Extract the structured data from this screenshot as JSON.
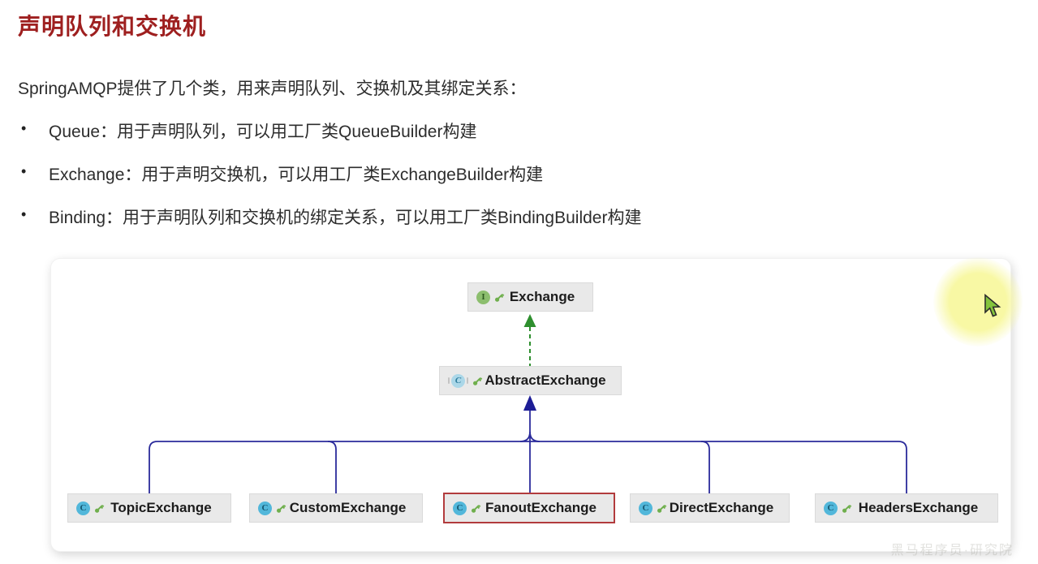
{
  "page": {
    "title": "声明队列和交换机",
    "intro": "SpringAMQP提供了几个类，用来声明队列、交换机及其绑定关系：",
    "bullet_glyph": "•",
    "bullets": [
      "Queue：用于声明队列，可以用工厂类QueueBuilder构建",
      "Exchange：用于声明交换机，可以用工厂类ExchangeBuilder构建",
      "Binding：用于声明队列和交换机的绑定关系，可以用工厂类BindingBuilder构建"
    ],
    "watermark": "黑马程序员·研究院"
  },
  "diagram": {
    "nodes": [
      {
        "label": "Exchange",
        "kind": "interface",
        "icon_letter": "I",
        "selected": false
      },
      {
        "label": "AbstractExchange",
        "kind": "abstract-class",
        "icon_letter": "C",
        "selected": false
      },
      {
        "label": "TopicExchange",
        "kind": "class",
        "icon_letter": "C",
        "selected": false
      },
      {
        "label": "CustomExchange",
        "kind": "class",
        "icon_letter": "C",
        "selected": false
      },
      {
        "label": "FanoutExchange",
        "kind": "class",
        "icon_letter": "C",
        "selected": true
      },
      {
        "label": "DirectExchange",
        "kind": "class",
        "icon_letter": "C",
        "selected": false
      },
      {
        "label": "HeadersExchange",
        "kind": "class",
        "icon_letter": "C",
        "selected": false
      }
    ],
    "relations": {
      "implements": {
        "from": "AbstractExchange",
        "to": "Exchange",
        "style": "dashed-green"
      },
      "extends": {
        "from": [
          "TopicExchange",
          "CustomExchange",
          "FanoutExchange",
          "DirectExchange",
          "HeadersExchange"
        ],
        "to": "AbstractExchange",
        "style": "solid-navy"
      }
    },
    "colors": {
      "title_red": "#9e1f1f",
      "selected_border": "#b23b3d",
      "extends_line": "#2b2b9b",
      "implements_line": "#2e8f2e",
      "node_bg": "#e9e9e9",
      "interface_icon_bg": "#8cbe6e",
      "class_icon_bg": "#52b7da",
      "abstract_icon_bg": "#abd7e8",
      "highlight_yellow": "#f8f8a4",
      "cursor_green": "#84c43c"
    }
  }
}
